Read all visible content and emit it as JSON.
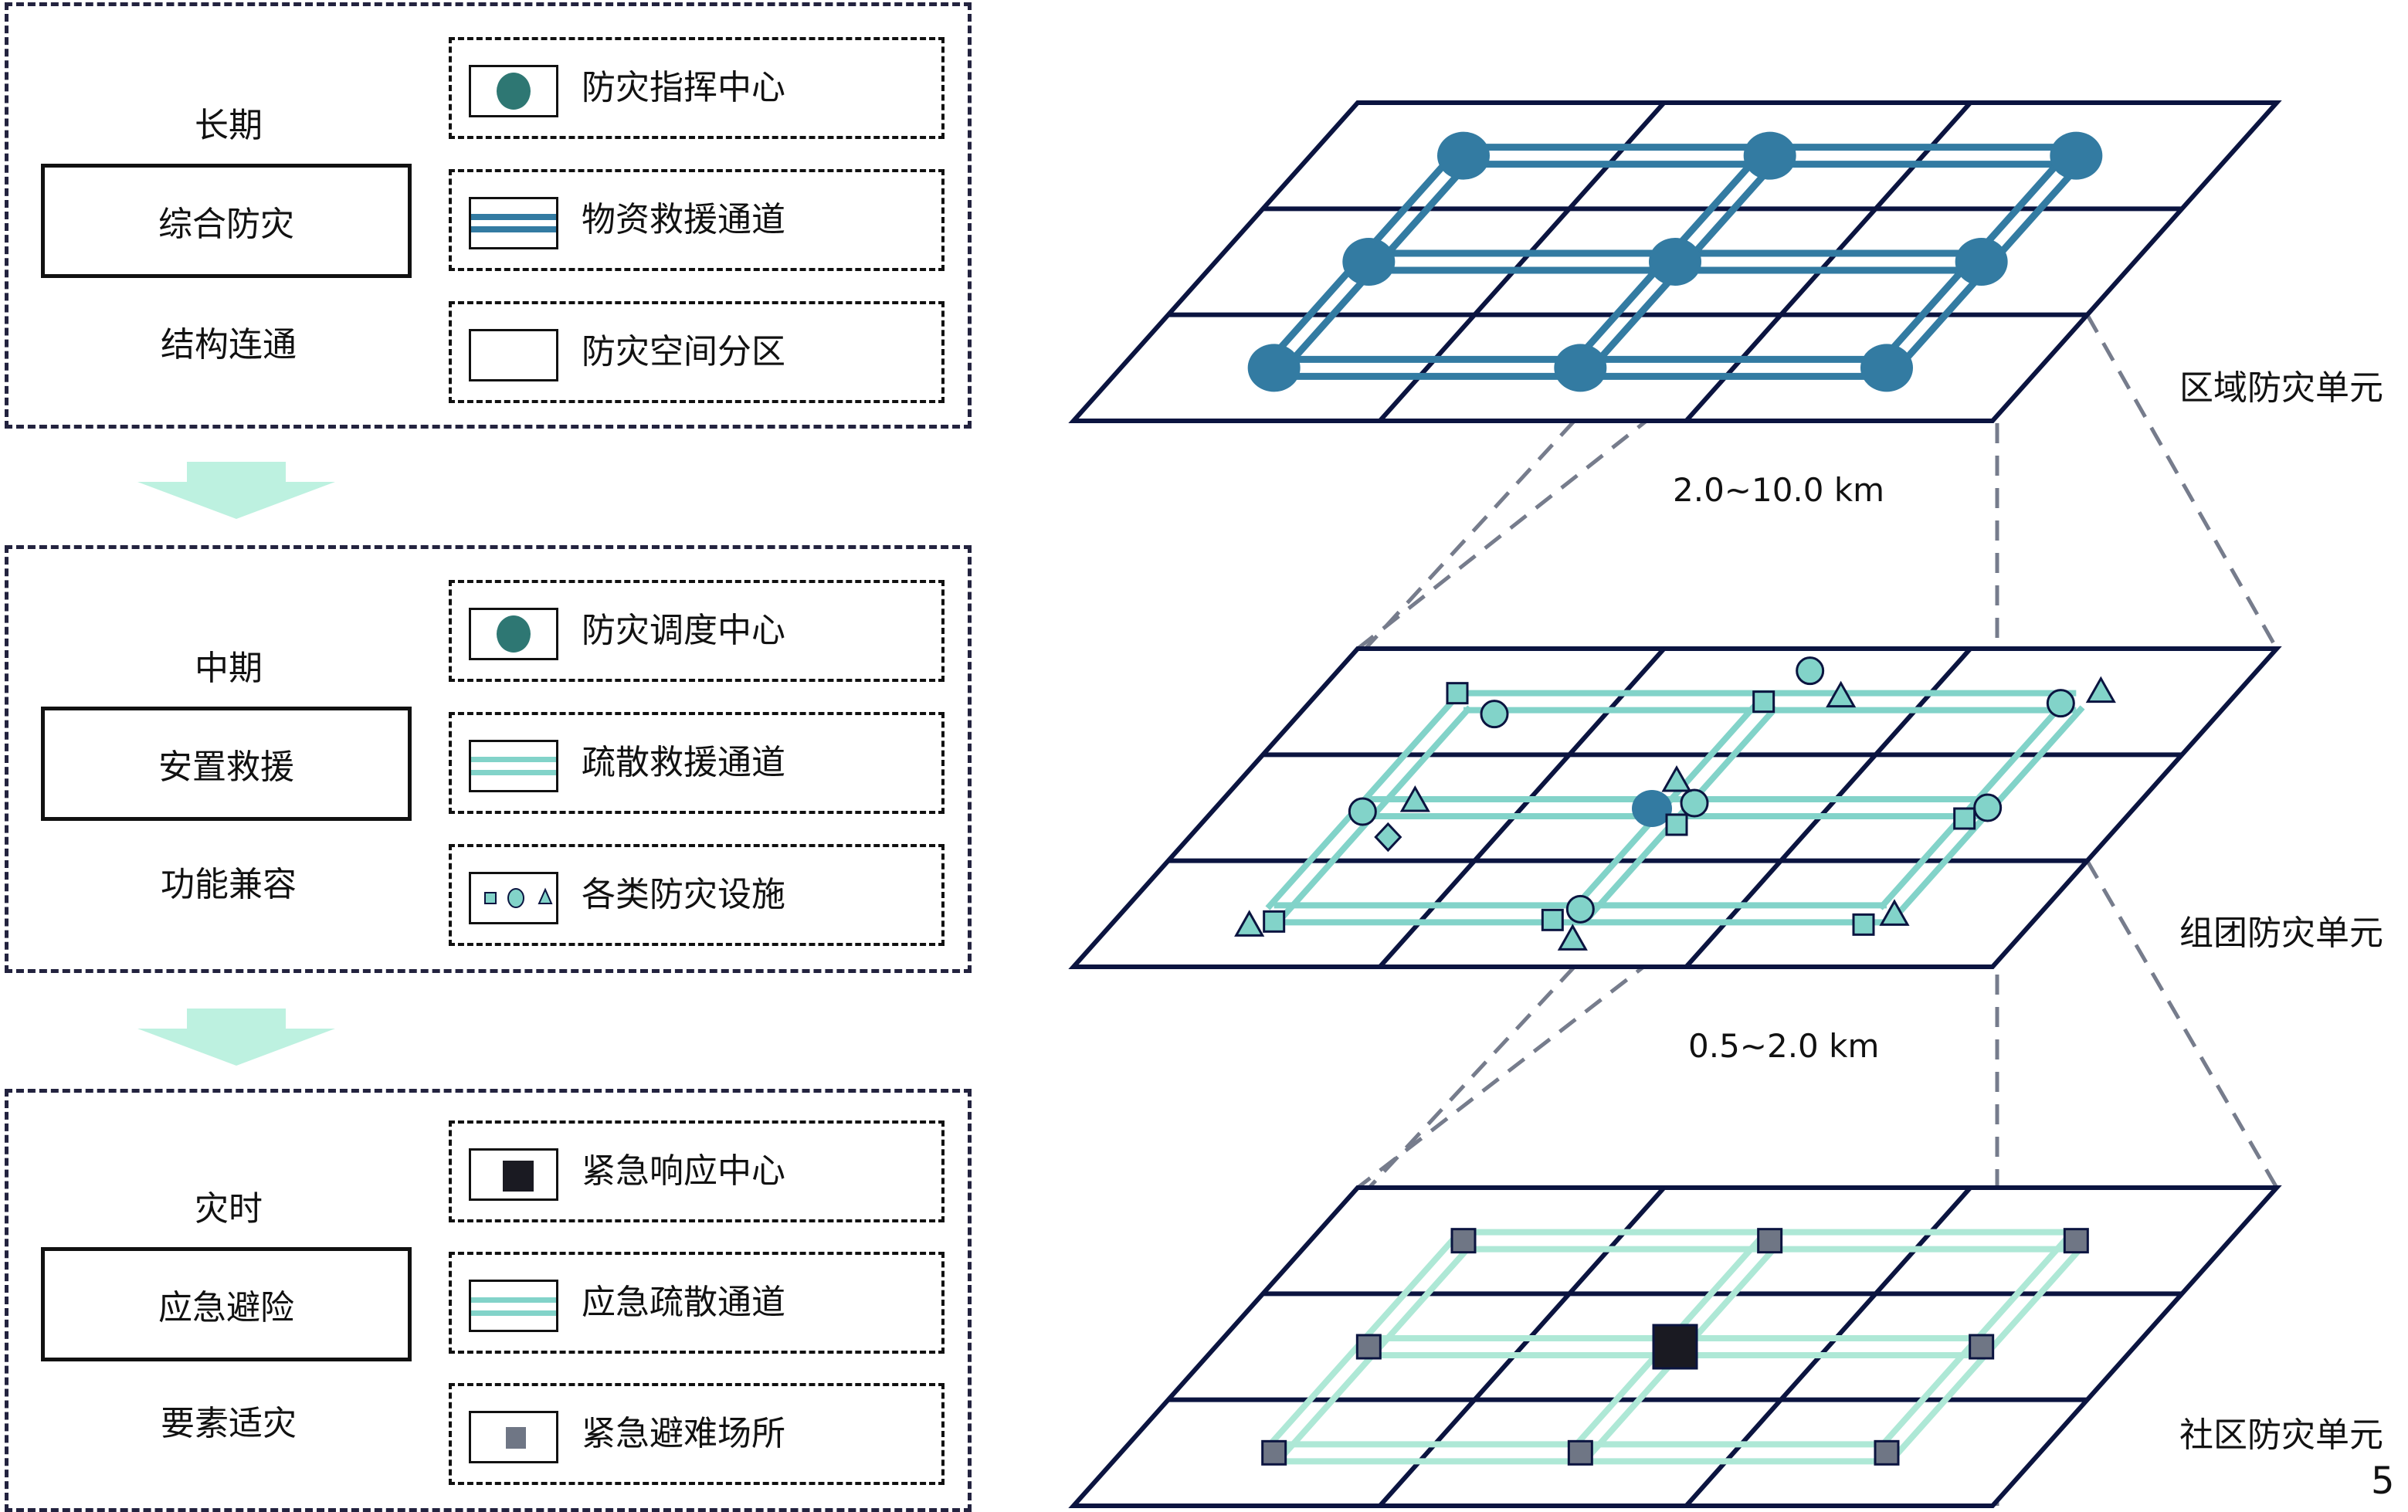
{
  "colors": {
    "frame": "#0b1440",
    "panel_border": "#23233f",
    "command_center": "#2e7773",
    "trunk_route": "#337ba2",
    "evac_route": "#82d3c9",
    "emergency_route": "#aee8d6",
    "arrow": "#bdf1e0",
    "emergency_center": "#1a1a22",
    "shelter": "#6f7685",
    "dash": "#767c8c"
  },
  "panels": [
    {
      "phase": "长期",
      "stage": "综合防灾",
      "principle": "结构连通",
      "legend": [
        {
          "icon": "circle-filled",
          "label": "防灾指挥中心"
        },
        {
          "icon": "double-line-blue",
          "label": "物资救援通道"
        },
        {
          "icon": "empty-square",
          "label": "防灾空间分区"
        }
      ]
    },
    {
      "phase": "中期",
      "stage": "安置救援",
      "principle": "功能兼容",
      "legend": [
        {
          "icon": "circle-filled",
          "label": "防灾调度中心"
        },
        {
          "icon": "double-line-teal",
          "label": "疏散救援通道"
        },
        {
          "icon": "square-circle-triangle",
          "label": "各类防灾设施"
        }
      ]
    },
    {
      "phase": "灾时",
      "stage": "应急避险",
      "principle": "要素适灾",
      "legend": [
        {
          "icon": "black-square",
          "label": "紧急响应中心"
        },
        {
          "icon": "double-line-teal",
          "label": "应急疏散通道"
        },
        {
          "icon": "gray-square",
          "label": "紧急避难场所"
        }
      ]
    }
  ],
  "layers": [
    {
      "label": "区域防灾单元"
    },
    {
      "label": "组团防灾单元"
    },
    {
      "label": "社区防灾单元"
    }
  ],
  "scales": [
    "2.0~10.0 km",
    "0.5~2.0 km"
  ],
  "page_number": "5"
}
